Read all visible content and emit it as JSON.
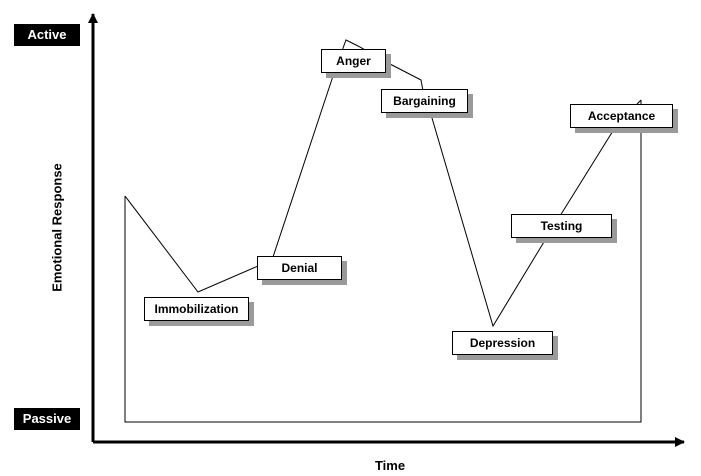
{
  "axes": {
    "x_label": "Time",
    "y_label": "Emotional Response",
    "y_top_tag": "Active",
    "y_bottom_tag": "Passive"
  },
  "stages": [
    {
      "id": "immobilization",
      "label": "Immobilization"
    },
    {
      "id": "denial",
      "label": "Denial"
    },
    {
      "id": "anger",
      "label": "Anger"
    },
    {
      "id": "bargaining",
      "label": "Bargaining"
    },
    {
      "id": "depression",
      "label": "Depression"
    },
    {
      "id": "testing",
      "label": "Testing"
    },
    {
      "id": "acceptance",
      "label": "Acceptance"
    }
  ]
}
